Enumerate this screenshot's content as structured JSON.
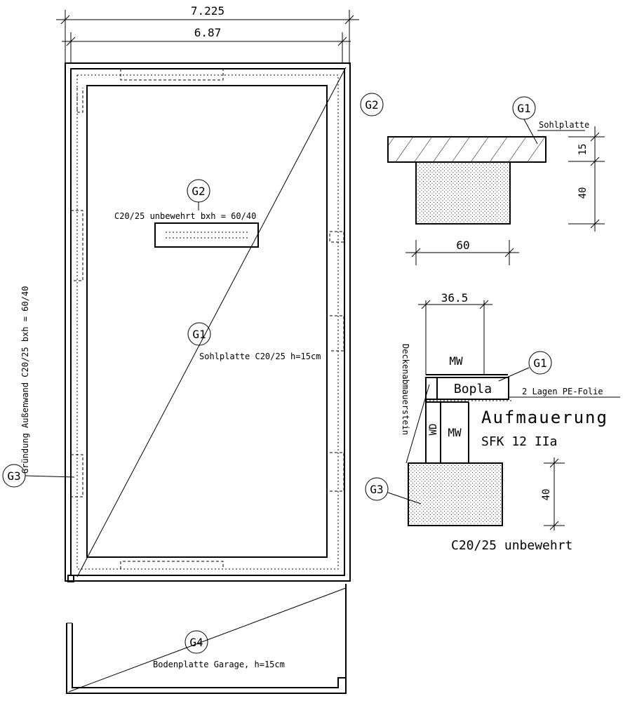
{
  "dimensions": {
    "overall_width": "7.225",
    "inner_width": "6.87",
    "foundation_width": "60",
    "slab_thickness": "15",
    "foundation_height": "40",
    "wall_thickness": "36.5",
    "footing_height": "40"
  },
  "markers": {
    "g1": "G1",
    "g2": "G2",
    "g3": "G3",
    "g4": "G4"
  },
  "plan": {
    "strip_label": "C20/25 unbewehrt bxh = 60/40",
    "slab_label": "Sohlplatte C20/25 h=15cm",
    "outer_wall_label": "Gründung Außenwand C20/25 bxh = 60/40",
    "garage_label": "Bodenplatte Garage, h=15cm"
  },
  "section_g2": {
    "slab_label": "Sohlplatte"
  },
  "section_g3": {
    "mw_upper": "MW",
    "mw_lower": "MW",
    "bopla": "Bopla",
    "wd": "WD",
    "pe_foil": "2 Lagen PE-Folie",
    "masonry_title": "Aufmauerung",
    "masonry_spec": "SFK 12 IIa",
    "ceiling_stone": "Deckenabmauerstein",
    "footing_spec": "C20/25 unbewehrt"
  },
  "colors": {
    "line": "#000000",
    "background": "#ffffff"
  }
}
